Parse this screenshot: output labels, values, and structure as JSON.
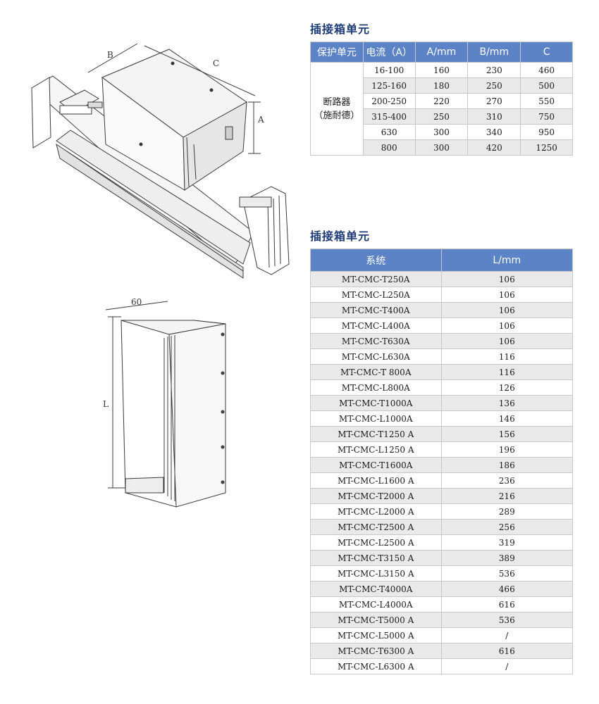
{
  "section1": {
    "title": "插接箱单元",
    "headers": [
      "保护单元",
      "电流（A）",
      "A/mm",
      "B/mm",
      "C"
    ],
    "group_label_line1": "断路器",
    "group_label_line2": "（施耐德）",
    "rows": [
      [
        "16-100",
        "160",
        "230",
        "460"
      ],
      [
        "125-160",
        "180",
        "250",
        "500"
      ],
      [
        "200-250",
        "220",
        "270",
        "550"
      ],
      [
        "315-400",
        "250",
        "310",
        "750"
      ],
      [
        "630",
        "300",
        "340",
        "950"
      ],
      [
        "800",
        "300",
        "420",
        "1250"
      ]
    ]
  },
  "section2": {
    "title": "插接箱单元",
    "headers": [
      "系统",
      "L/mm"
    ],
    "rows": [
      [
        "MT-CMC-T250A",
        "106"
      ],
      [
        "MT-CMC-L250A",
        "106"
      ],
      [
        "MT-CMC-T400A",
        "106"
      ],
      [
        "MT-CMC-L400A",
        "106"
      ],
      [
        "MT-CMC-T630A",
        "106"
      ],
      [
        "MT-CMC-L630A",
        "116"
      ],
      [
        "MT-CMC-T 800A",
        "116"
      ],
      [
        "MT-CMC-L800A",
        "126"
      ],
      [
        "MT-CMC-T1000A",
        "136"
      ],
      [
        "MT-CMC-L1000A",
        "146"
      ],
      [
        "MT-CMC-T1250 A",
        "156"
      ],
      [
        "MT-CMC-L1250 A",
        "196"
      ],
      [
        "MT-CMC-T1600A",
        "186"
      ],
      [
        "MT-CMC-L1600 A",
        "236"
      ],
      [
        "MT-CMC-T2000 A",
        "216"
      ],
      [
        "MT-CMC-L2000 A",
        "289"
      ],
      [
        "MT-CMC-T2500 A",
        "256"
      ],
      [
        "MT-CMC-L2500 A",
        "319"
      ],
      [
        "MT-CMC-T3150 A",
        "389"
      ],
      [
        "MT-CMC-L3150 A",
        "536"
      ],
      [
        "MT-CMC-T4000A",
        "466"
      ],
      [
        "MT-CMC-L4000A",
        "616"
      ],
      [
        "MT-CMC-T5000 A",
        "536"
      ],
      [
        "MT-CMC-L5000 A",
        "/"
      ],
      [
        "MT-CMC-T6300 A",
        "616"
      ],
      [
        "MT-CMC-L6300 A",
        "/"
      ]
    ]
  },
  "drawing1": {
    "label_a": "A",
    "label_b": "B",
    "label_c": "C"
  },
  "drawing2": {
    "label_width": "60",
    "label_length": "L"
  }
}
